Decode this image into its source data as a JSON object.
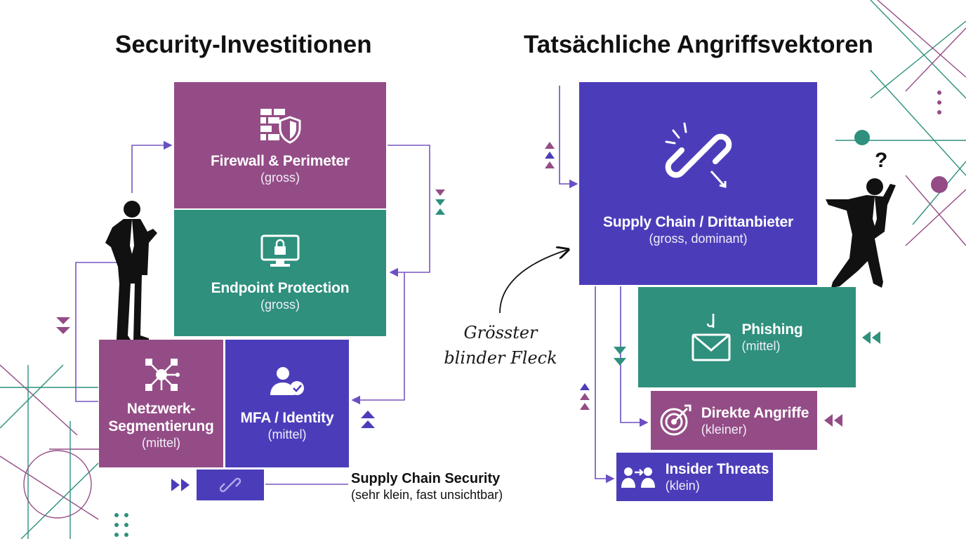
{
  "left": {
    "title": "Security-Investitionen",
    "firewall": {
      "label": "Firewall & Perimeter",
      "size": "(gross)"
    },
    "endpoint": {
      "label": "Endpoint Protection",
      "size": "(gross)"
    },
    "network": {
      "label_line1": "Netzwerk-",
      "label_line2": "Segmentierung",
      "size": "(mittel)"
    },
    "mfa": {
      "label": "MFA / Identity",
      "size": "(mittel)"
    },
    "supply_chain_security": {
      "label": "Supply Chain Security",
      "size": "(sehr klein, fast unsichtbar)"
    }
  },
  "right": {
    "title": "Tatsächliche Angriffsvektoren",
    "supply_chain": {
      "label": "Supply Chain / Drittanbieter",
      "size": "(gross, dominant)"
    },
    "phishing": {
      "label": "Phishing",
      "size": "(mittel)"
    },
    "direct": {
      "label": "Direkte Angriffe",
      "size": "(kleiner)"
    },
    "insider": {
      "label": "Insider Threats",
      "size": "(klein)"
    }
  },
  "annotation": {
    "line1": "Grösster",
    "line2": "blinder Fleck"
  },
  "question_mark": "?",
  "colors": {
    "purple": "#944c86",
    "teal": "#2e907d",
    "indigo": "#4b3dba",
    "text": "#111111"
  },
  "icons": {
    "firewall": "brick-wall-shield-icon",
    "endpoint": "monitor-lock-icon",
    "network": "network-nodes-icon",
    "mfa": "user-check-icon",
    "supply_chain_security": "broken-link-icon",
    "supply_chain": "broken-chain-link-icon",
    "phishing": "envelope-hook-icon",
    "direct": "target-icon",
    "insider": "users-transfer-icon"
  }
}
